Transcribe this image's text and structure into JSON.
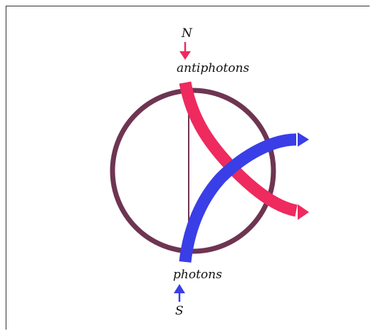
{
  "labels": {
    "north": "N",
    "top": "antiphotons",
    "bottom": "photons",
    "south": "S"
  },
  "colors": {
    "ring": "#6e3552",
    "axis": "#6e3552",
    "antiphotons": "#ee2a5e",
    "photons": "#3a3ee6",
    "text": "#111111",
    "border": "#333333"
  }
}
